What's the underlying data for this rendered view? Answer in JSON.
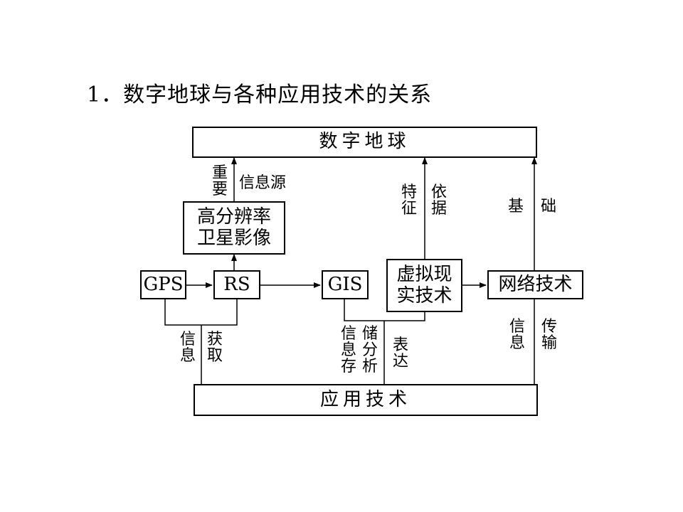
{
  "title": "1．数字地球与各种应用技术的关系",
  "boxes": {
    "digital_earth": "数字地球",
    "satellite_line1": "高分辨率",
    "satellite_line2": "卫星影像",
    "gps": "GPS",
    "rs": "RS",
    "gis": "GIS",
    "vr_line1": "虚拟现",
    "vr_line2": "实技术",
    "network": "网络技术",
    "application": "应用技术"
  },
  "labels": {
    "important": "重要",
    "info_source": "信息源",
    "feature": "特征",
    "basis": "依据",
    "foundation_1": "基",
    "foundation_2": "础",
    "info_a": "信息",
    "acquire": "获取",
    "info_b": "信息存",
    "storage_analysis": "储分析",
    "express": "表达",
    "info_c": "信息",
    "transmit": "传输"
  }
}
